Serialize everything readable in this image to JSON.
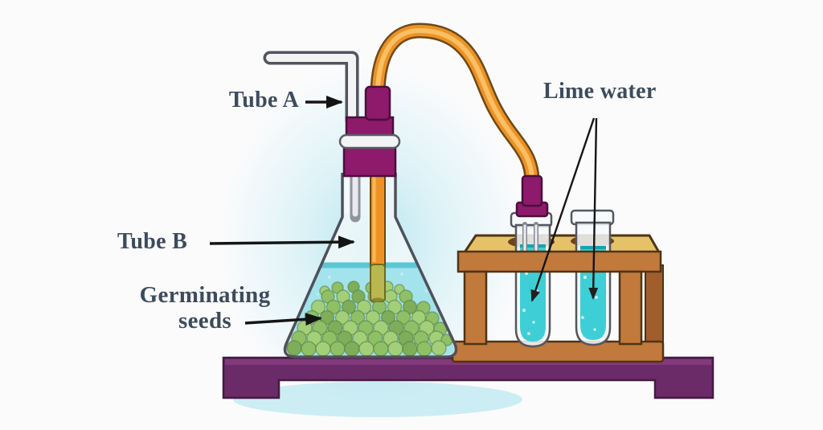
{
  "diagram": {
    "labels": {
      "tube_a": "Tube A",
      "tube_b": "Tube B",
      "germinating_seeds": {
        "line1": "Germinating",
        "line2": "seeds"
      },
      "lime_water": "Lime water"
    },
    "colors": {
      "label_ink": "#3d4b5e",
      "stopper_purple": "#8e1a6b",
      "tube_orange": "#ee9226",
      "tube_orange_highlight": "#f9bf63",
      "flask_liquid": "#a8e4ee",
      "lime_water_cyan": "#3ecfd6",
      "seeds_green": "#8fba4a",
      "wood_brown": "#c1793c",
      "wood_top": "#e5c268",
      "bench_purple": "#6b2a68",
      "glass_outline": "#4f515a",
      "glow_cyan": "#8fdbe6"
    }
  }
}
